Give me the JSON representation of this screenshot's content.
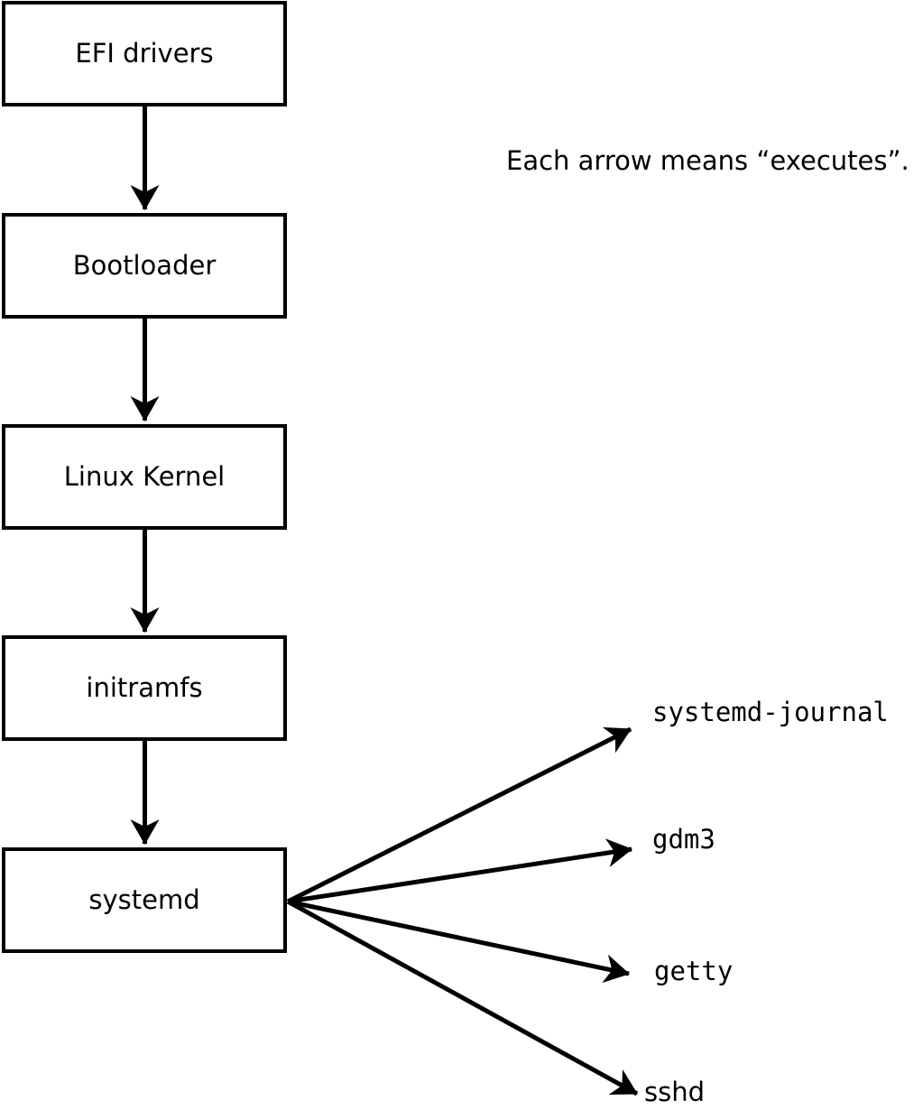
{
  "diagram": {
    "note": "Each arrow means “executes”.",
    "boot_chain": [
      {
        "label": "EFI drivers"
      },
      {
        "label": "Bootloader"
      },
      {
        "label": "Linux Kernel"
      },
      {
        "label": "initramfs"
      },
      {
        "label": "systemd"
      }
    ],
    "spawned_processes": [
      {
        "label": "systemd-journal"
      },
      {
        "label": "gdm3"
      },
      {
        "label": "getty"
      },
      {
        "label": "sshd"
      }
    ],
    "edges": [
      {
        "from": "EFI drivers",
        "to": "Bootloader"
      },
      {
        "from": "Bootloader",
        "to": "Linux Kernel"
      },
      {
        "from": "Linux Kernel",
        "to": "initramfs"
      },
      {
        "from": "initramfs",
        "to": "systemd"
      },
      {
        "from": "systemd",
        "to": "systemd-journal"
      },
      {
        "from": "systemd",
        "to": "gdm3"
      },
      {
        "from": "systemd",
        "to": "getty"
      },
      {
        "from": "systemd",
        "to": "sshd"
      }
    ],
    "colors": {
      "line": "#000000",
      "box_fill": "#ffffff",
      "text": "#000000",
      "background": "#ffffff"
    }
  }
}
